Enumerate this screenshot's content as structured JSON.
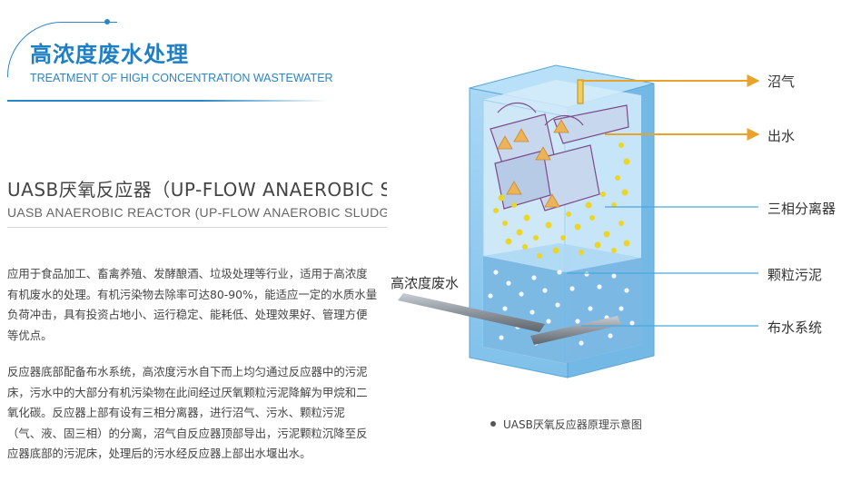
{
  "header": {
    "title_cn": "高浓度废水处理",
    "title_en": "TREATMENT OF HIGH CONCENTRATION WASTEWATER"
  },
  "section": {
    "title_cn": "UASB厌氧反应器（UP-FLOW ANAEROBIC SLUDGE BED）",
    "title_en": "UASB ANAEROBIC REACTOR (UP-FLOW ANAEROBIC SLUDGE BED)"
  },
  "paragraphs": [
    "应用于食品加工、畜禽养殖、发酵酿酒、垃圾处理等行业，适用于高浓度有机废水的处理。有机污染物去除率可达80-90%，能适应一定的水质水量负荷冲击，具有投资占地小、运行稳定、能耗低、处理效果好、管理方便等优点。",
    "反应器底部配备布水系统，高浓度污水自下而上均匀通过反应器中的污泥床，污水中的大部分有机污染物在此间经过厌氧颗粒污泥降解为甲烷和二氧化碳。反应器上部有设有三相分离器，进行沼气、污水、颗粒污泥（气、液、固三相）的分离，沼气自反应器顶部导出，污泥颗粒沉降至反应器底部的污泥床，处理后的污水经反应器上部出水堰出水。"
  ],
  "diagram": {
    "inlet_label": "高浓度废水",
    "labels": [
      "沼气",
      "出水",
      "三相分离器",
      "颗粒污泥",
      "布水系统"
    ],
    "caption": "UASB厌氧反应器原理示意图",
    "colors": {
      "arrow": "#e8a328",
      "line": "#4aa8dc",
      "tank": "#8cc8ee",
      "bubble": "#ecd52a"
    }
  }
}
